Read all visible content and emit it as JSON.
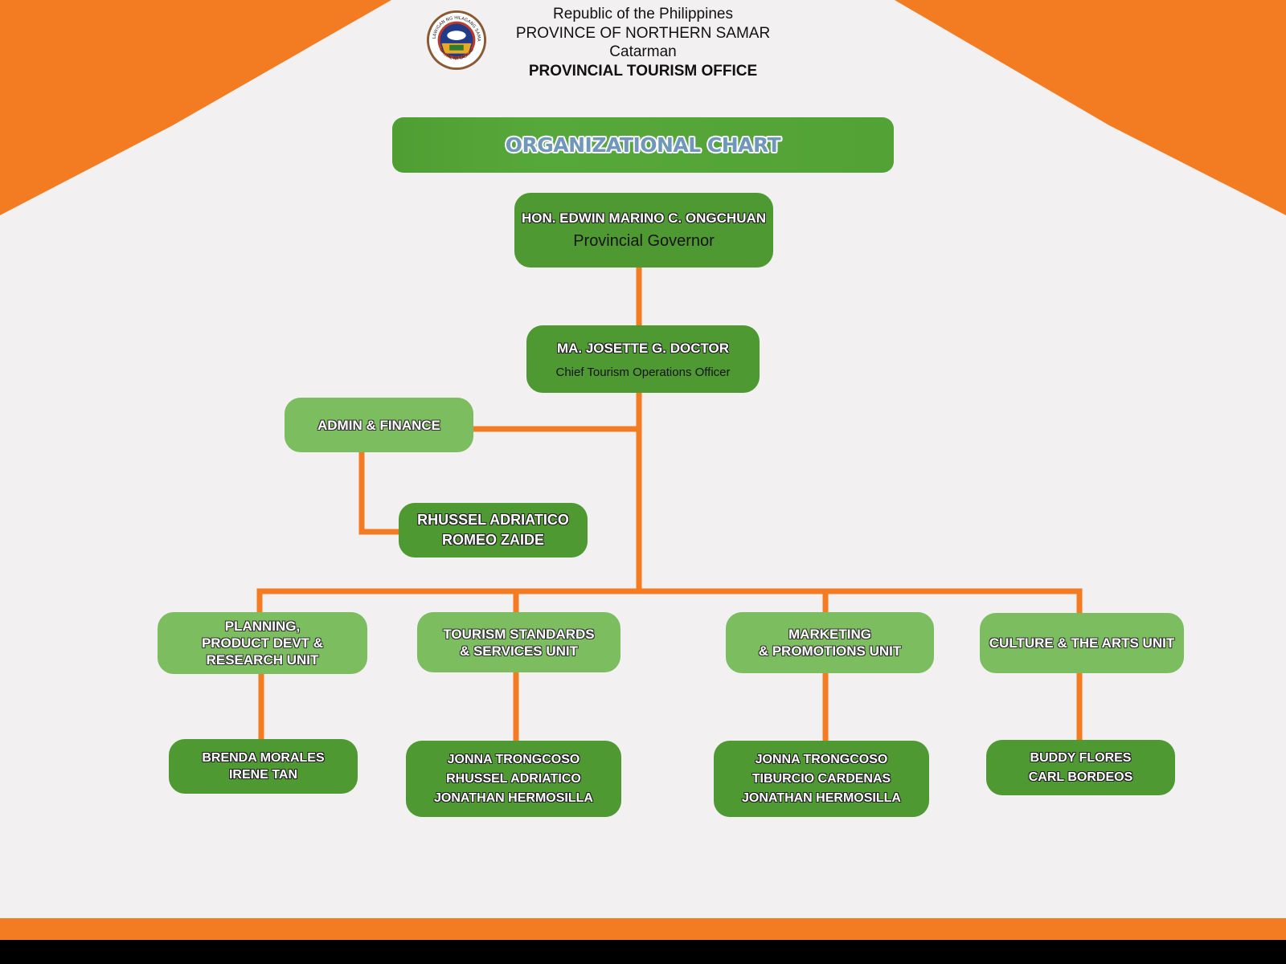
{
  "header": {
    "line1": "Republic of the Philippines",
    "line2": "PROVINCE OF NORTHERN SAMAR",
    "line3": "Catarman",
    "office": "PROVINCIAL TOURISM OFFICE",
    "seal_top_text": "LALAWIGAN NG HILAGANG SAMAR",
    "seal_bottom_text": "OPISYAL NA SAGISAG"
  },
  "title": "ORGANIZATIONAL CHART",
  "governor": {
    "name": "HON. EDWIN MARINO C. ONGCHUAN",
    "role": "Provincial Governor"
  },
  "chief": {
    "name": "MA. JOSETTE G. DOCTOR",
    "role": "Chief Tourism Operations Officer"
  },
  "admin": {
    "unit": "ADMIN & FINANCE",
    "staff": "RHUSSEL ADRIATICO\nROMEO ZAIDE"
  },
  "units": [
    {
      "unit": "PLANNING,\nPRODUCT DEVT &\nRESEARCH UNIT",
      "staff": "BRENDA MORALES\nIRENE TAN"
    },
    {
      "unit": "TOURISM STANDARDS\n& SERVICES UNIT",
      "staff": "JONNA TRONGCOSO\nRHUSSEL ADRIATICO\nJONATHAN HERMOSILLA"
    },
    {
      "unit": "MARKETING\n& PROMOTIONS UNIT",
      "staff": "JONNA TRONGCOSO\nTIBURCIO CARDENAS\nJONATHAN HERMOSILLA"
    },
    {
      "unit": "CULTURE & THE ARTS UNIT",
      "staff": "BUDDY FLORES\nCARL BORDEOS"
    }
  ],
  "colors": {
    "orange": "#f37c22",
    "dark_green": "#4f9933",
    "light_green": "#7cbd5f",
    "title_text": "#6f97ba",
    "footer": "#000000"
  }
}
